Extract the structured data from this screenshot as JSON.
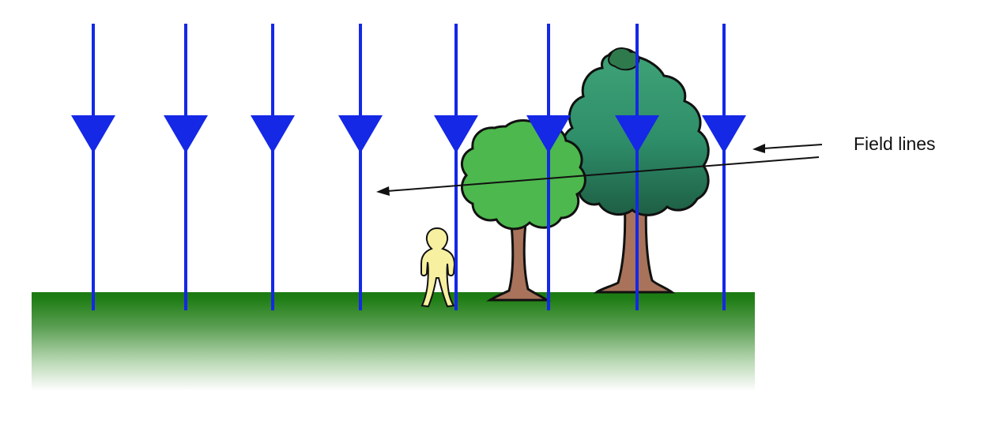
{
  "label": {
    "text": "Field lines"
  },
  "colors": {
    "field_line": "#1428E6",
    "grass_top": "#1C7A12",
    "tree_light": "#4DB84D",
    "tree_dark": "#2E8E69",
    "trunk": "#A8735A",
    "person": "#F7F0A0",
    "outline": "#111111"
  },
  "icons": {
    "field_line": "downward-arrow-line",
    "person": "person-figure",
    "small_tree": "deciduous-tree",
    "large_tree": "deciduous-tree",
    "ground": "grass-strip"
  },
  "field_lines": {
    "count": 8,
    "direction": "down"
  }
}
